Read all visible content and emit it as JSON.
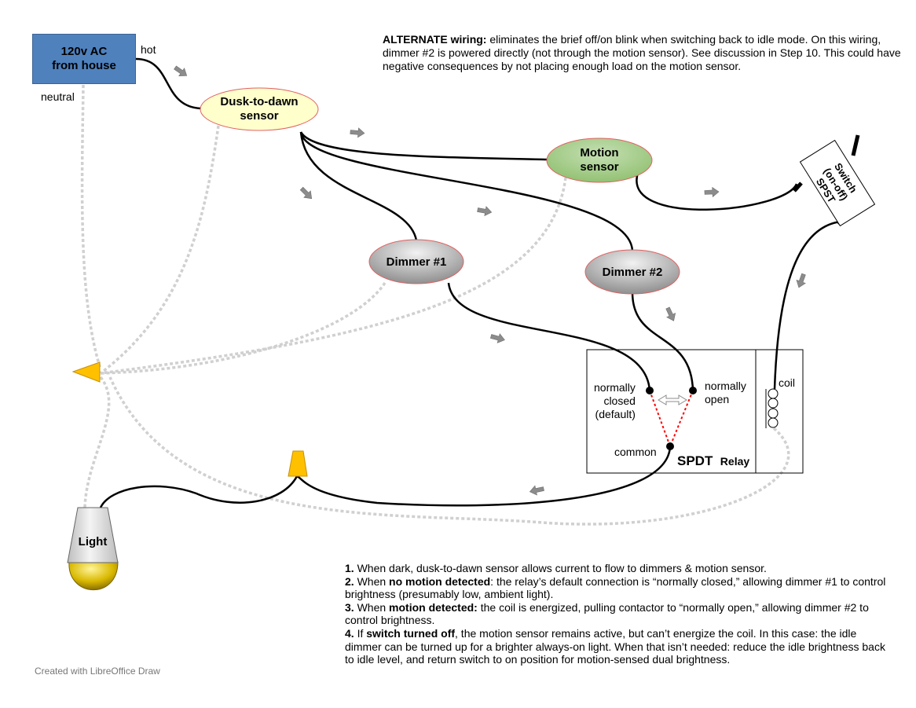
{
  "source": {
    "line1": "120v AC",
    "line2": "from house"
  },
  "labels": {
    "hot": "hot",
    "neutral": "neutral",
    "dusk_line1": "Dusk-to-dawn",
    "dusk_line2": "sensor",
    "motion_line1": "Motion",
    "motion_line2": "sensor",
    "dimmer1": "Dimmer #1",
    "dimmer2": "Dimmer #2",
    "switch_line1": "Switch",
    "switch_line2": "(on-off)",
    "switch_line3": "SPST",
    "light": "Light",
    "nc_line1": "normally",
    "nc_line2": "closed",
    "nc_line3": "(default)",
    "no_line1": "normally",
    "no_line2": "open",
    "common": "common",
    "coil": "coil",
    "relay_big": "SPDT",
    "relay_small": "Relay"
  },
  "note": {
    "bold": "ALTERNATE wiring:",
    "text": " eliminates the brief off/on blink when switching back to idle mode. On this wiring, dimmer #2 is powered directly (not through the motion sensor). See discussion in Step 10. This could have negative consequences by not placing enough load on the motion sensor."
  },
  "steps": [
    {
      "num": "1.",
      "pre": " When dark, dusk-to-dawn sensor allows current to flow to dimmers & motion sensor.",
      "bold": "",
      "post": ""
    },
    {
      "num": "2.",
      "pre": " When ",
      "bold": "no motion detected",
      "post": ": the relay’s default connection is “normally closed,” allowing dimmer #1 to control brightness (presumably low, ambient light)."
    },
    {
      "num": "3.",
      "pre": " When ",
      "bold": "motion detected:",
      "post": " the coil is energized, pulling contactor to “normally open,” allowing dimmer #2 to control brightness."
    },
    {
      "num": "4.",
      "pre": " If ",
      "bold": "switch turned off",
      "post": ", the motion sensor remains active, but can’t energize the coil. In this case: the idle dimmer can be turned up for a brighter always-on light. When that isn’t needed: reduce the idle brightness back to idle level, and return switch to on position for motion-sensed dual brightness."
    }
  ],
  "credit": "Created with LibreOffice Draw",
  "colors": {
    "source_fill": "#4f81bd",
    "dusk_fill": "#ffffcc",
    "motion_fill": "#a9d18e",
    "dimmer_fill": "#c8c8c8",
    "wire_hot": "#000000",
    "wire_neutral": "#d9d9d9",
    "connector": "#ffc000",
    "bulb": "#e0c000",
    "contact_link": "#ff0000"
  }
}
